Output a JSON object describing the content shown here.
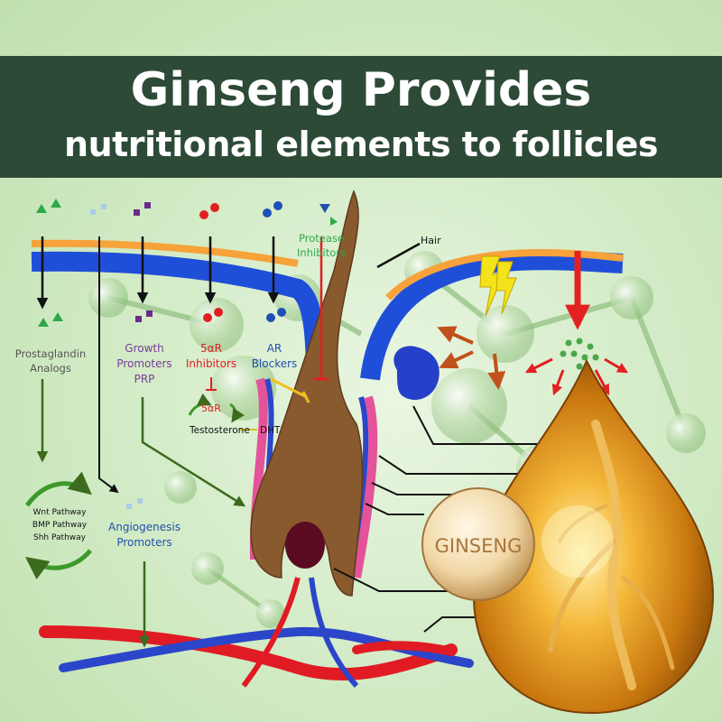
{
  "title": {
    "line1": "Ginseng Provides",
    "line2": "nutritional elements to follicles"
  },
  "labels": {
    "hair": "Hair",
    "protease": [
      "Protease",
      "Inhibitors"
    ],
    "prostaglandin": [
      "Prostaglandin",
      "Analogs"
    ],
    "growth": [
      "Growth",
      "Promoters",
      "PRP"
    ],
    "five_ar": [
      "5αR",
      "Inhibitors"
    ],
    "ar": [
      "AR",
      "Blockers"
    ],
    "five_ar_small": "5αR",
    "testosterone": "Testosterone",
    "dht": "DHT",
    "pathways": [
      "Wnt Pathway",
      "BMP Pathway",
      "Shh Pathway"
    ],
    "angiogenesis": [
      "Angiogenesis",
      "Promoters"
    ],
    "ginseng_badge": "GINSENG"
  },
  "colors": {
    "banner": "#2d4a36",
    "scalp_blue": "#1f4fd8",
    "scalp_orange": "#f7a23a",
    "hair_brown": "#8a5a2f",
    "sheath_pink": "#e4539a",
    "bulb": "#5a0b22",
    "vessel_red": "#e01b24",
    "vessel_blue": "#2b46c8",
    "arrow_green": "#3c6b1e",
    "label_red": "#e02020",
    "label_blue": "#2050b0",
    "label_green": "#2fa84a",
    "label_purple": "#7a3b9a",
    "label_gray": "#555555",
    "drop_gold": "#e6a11c"
  }
}
